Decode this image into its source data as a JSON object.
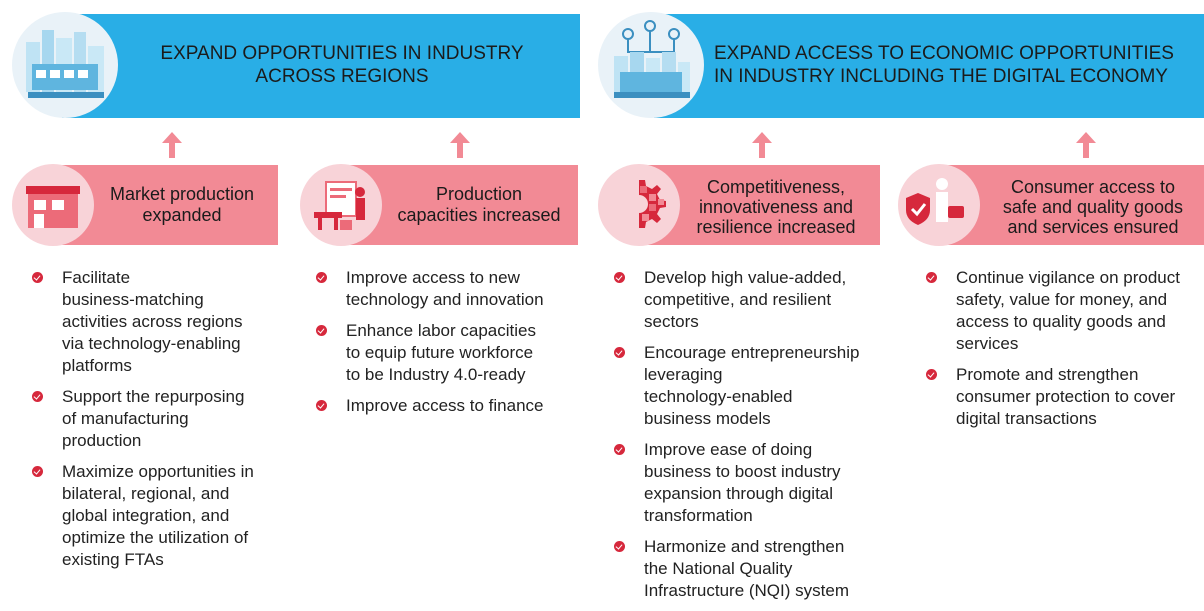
{
  "banners": [
    {
      "title_line1": "EXPAND OPPORTUNITIES IN INDUSTRY",
      "title_line2": "ACROSS REGIONS"
    },
    {
      "title_line1": "EXPAND ACCESS TO ECONOMIC OPPORTUNITIES",
      "title_line2": "IN INDUSTRY INCLUDING THE DIGITAL ECONOMY"
    }
  ],
  "outcomes": [
    {
      "lines": [
        "Market production",
        "expanded"
      ],
      "icon": "market-storefront-icon"
    },
    {
      "lines": [
        "Production",
        "capacities increased"
      ],
      "icon": "production-worker-icon"
    },
    {
      "lines": [
        "Competitiveness,",
        "innovativeness and",
        "resilience increased"
      ],
      "icon": "gear-digital-icon"
    },
    {
      "lines": [
        "Consumer access to",
        "safe and quality goods",
        "and services ensured"
      ],
      "icon": "shield-check-icon"
    }
  ],
  "bullets": [
    [
      [
        "Facilitate",
        "business-matching",
        "activities across regions",
        "via technology-enabling",
        "platforms"
      ],
      [
        "Support the repurposing",
        "of manufacturing",
        "production"
      ],
      [
        "Maximize opportunities in",
        "bilateral, regional, and",
        "global integration, and",
        "optimize the utilization of",
        "existing FTAs"
      ]
    ],
    [
      [
        "Improve access to new",
        "technology and innovation"
      ],
      [
        "Enhance labor capacities",
        "to equip future workforce",
        "to be Industry 4.0-ready"
      ],
      [
        "Improve access to finance"
      ]
    ],
    [
      [
        "Develop high value-added,",
        "competitive, and resilient",
        "sectors"
      ],
      [
        "Encourage entrepreneurship",
        "leveraging",
        "technology-enabled",
        "business models"
      ],
      [
        "Improve ease of doing",
        "business to boost industry",
        "expansion through digital",
        "transformation"
      ],
      [
        "Harmonize and strengthen",
        "the National Quality",
        "Infrastructure (NQI) system"
      ]
    ],
    [
      [
        "Continue vigilance on product",
        "safety, value for money, and",
        "access to quality goods and",
        "services"
      ],
      [
        "Promote and strengthen",
        "consumer protection to cover",
        "digital transactions"
      ]
    ]
  ],
  "colors": {
    "banner": "#29aee6",
    "outcome": "#f28a95",
    "bullet": "#d6283c",
    "arrow": "#f28a95"
  }
}
